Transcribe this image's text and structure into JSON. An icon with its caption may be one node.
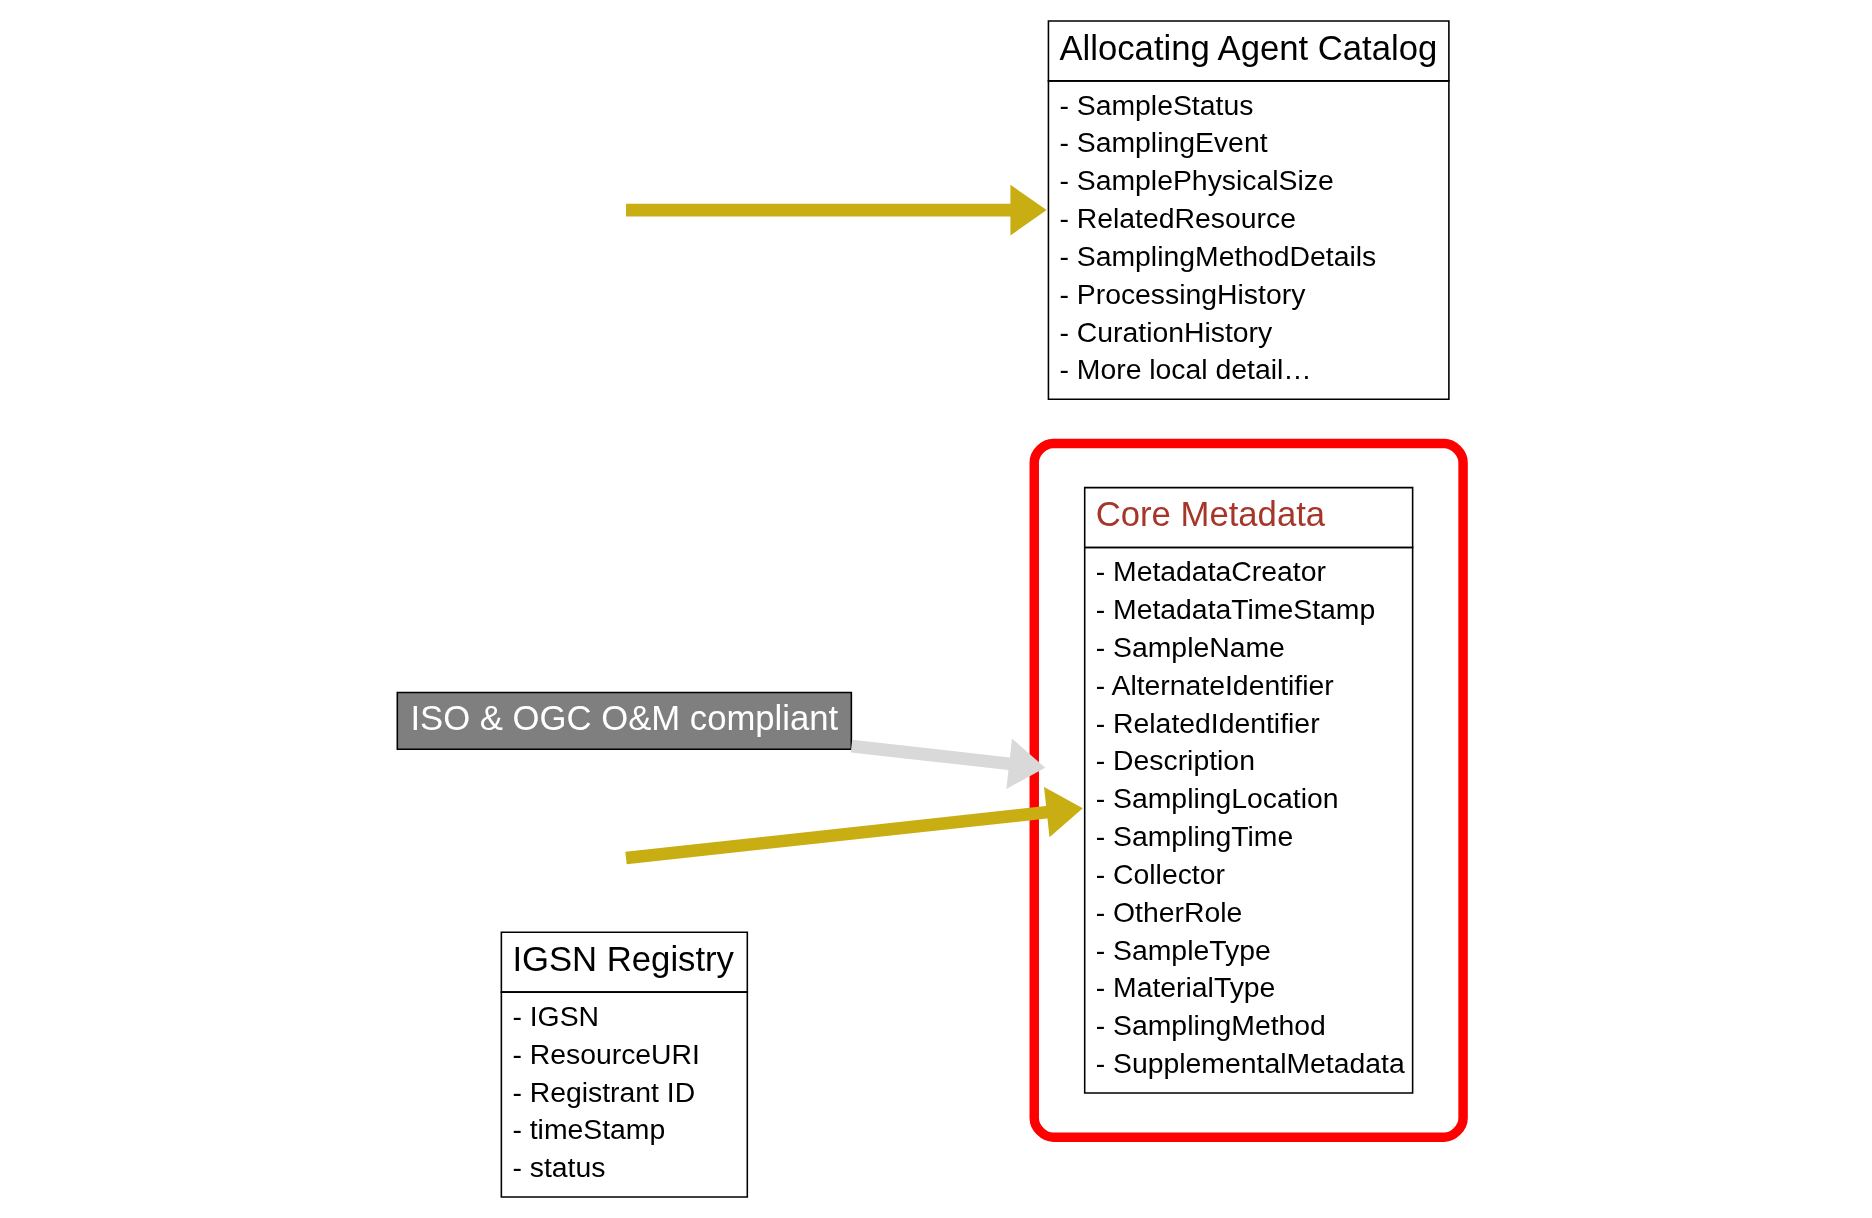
{
  "diagram": {
    "nodes": [
      {
        "text": [
          "IGSN Registry",
          "- IGSN",
          "- ResourceURI",
          "- Registrant ID",
          "- timeStamp",
          "- status"
        ]
      },
      {
        "text": [
          "ISO & OGC O&M compliant"
        ]
      },
      {
        "text": [],
        "shape": "ellipse"
      },
      {
        "text": [
          "Core Metadata",
          "- MetadataCreator",
          "- MetadataTimeStamp",
          "- SampleName",
          "- AlternateIdentifier",
          "- RelatedIdentifier",
          "- Description",
          "- SamplingLocation",
          "- SamplingTime",
          "- Collector",
          "- OtherRole",
          "- SampleType",
          "- MaterialType",
          "- SamplingMethod",
          "- SupplementalMetadata"
        ],
        "in": 2
      },
      {
        "text": [
          "Allocating Agent Catalog",
          "- SampleStatus",
          "- SamplingEvent",
          "- SamplePhysicalSize",
          "- RelatedResource",
          "- SamplingMethodDetails",
          "- ProcessingHistory",
          "- CurationHistory",
          "- More local detail…"
        ]
      }
    ],
    "edges": [
      {
        "from": null,
        "to": 3,
        "arrow": "to"
      },
      {
        "from": 1,
        "to": 2,
        "arrow": "to",
        "color": "#d9d9d9"
      },
      {
        "from": null,
        "to": 4,
        "arrow": "to"
      }
    ]
  }
}
